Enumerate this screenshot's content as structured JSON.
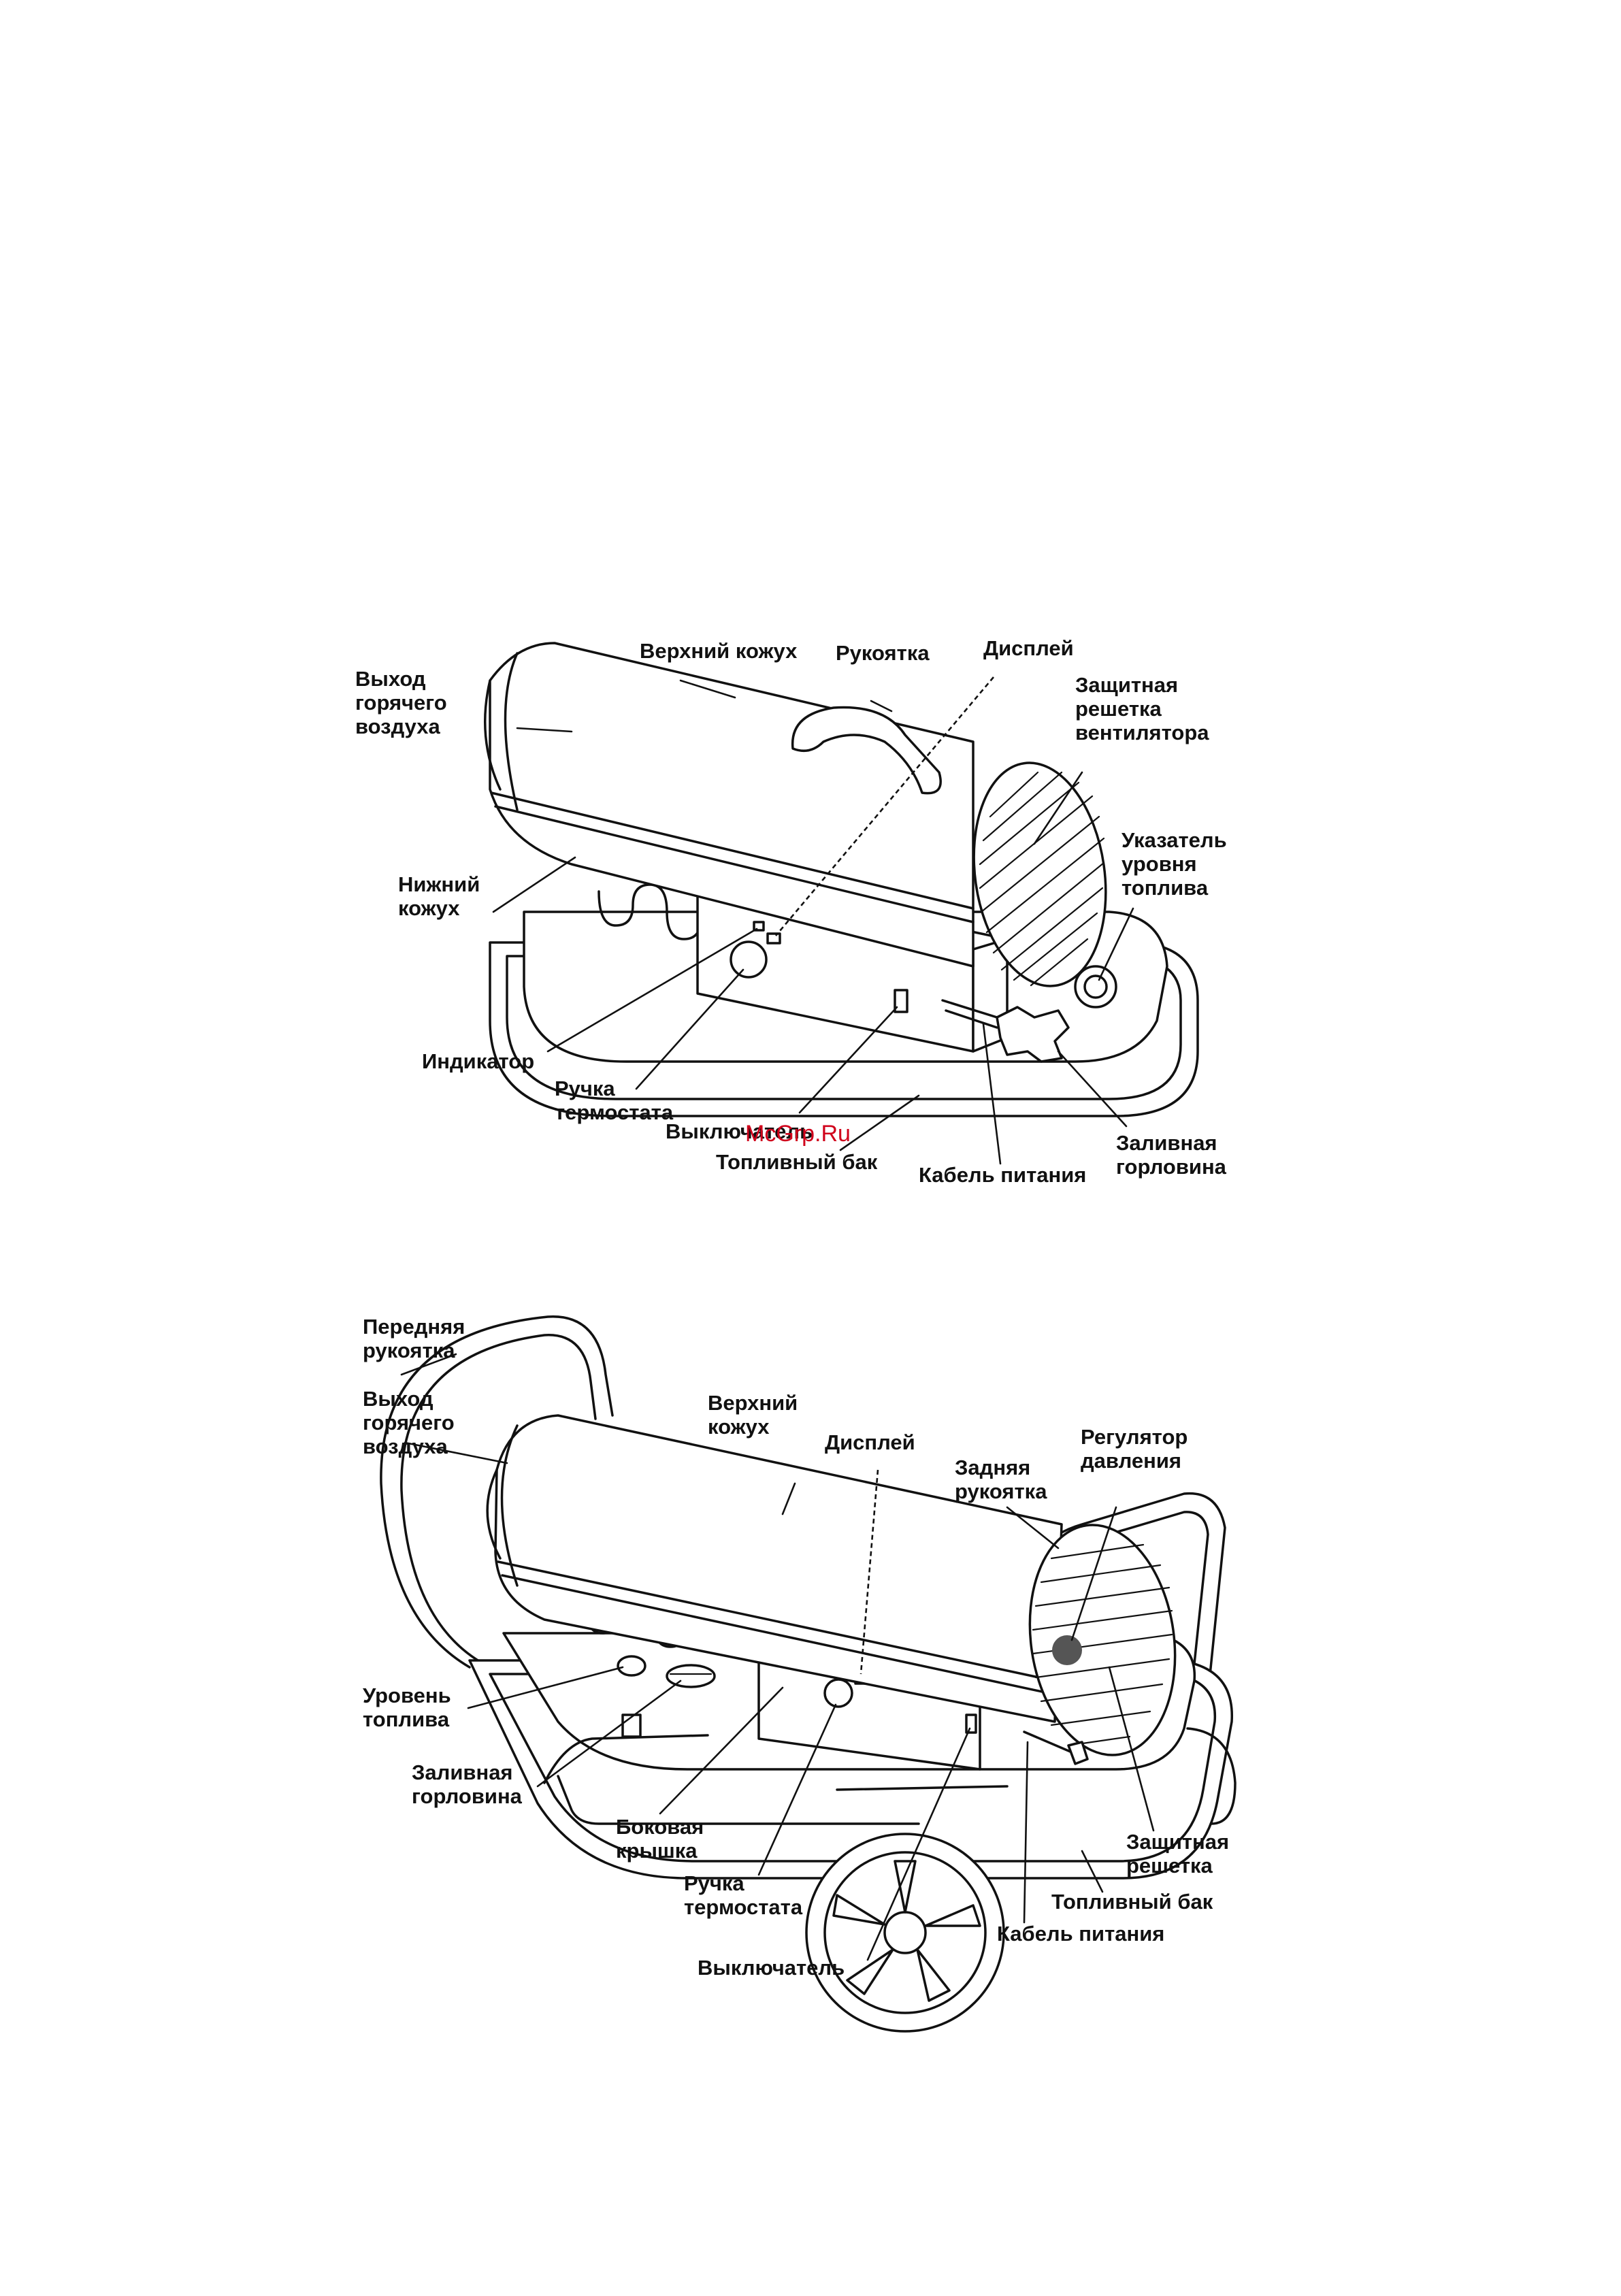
{
  "watermark": {
    "text": "McGrp.Ru",
    "color": "#d0021b"
  },
  "diagram1": {
    "labels": {
      "hot_air_outlet": [
        "Выход",
        "горячего",
        "воздуха"
      ],
      "upper_casing": "Верхний кожух",
      "handle": "Рукоятка",
      "display": "Дисплей",
      "fan_guard": [
        "Защитная",
        "решетка",
        "вентилятора"
      ],
      "fuel_gauge": [
        "Указатель",
        "уровня",
        "топлива"
      ],
      "lower_casing": [
        "Нижний",
        "кожух"
      ],
      "indicator": "Индикатор",
      "thermostat_knob": [
        "Ручка",
        "термостата"
      ],
      "switch": "Выключатель",
      "fuel_tank": "Топливный бак",
      "power_cable": "Кабель питания",
      "filler_neck": [
        "Заливная",
        "горловина"
      ]
    }
  },
  "diagram2": {
    "labels": {
      "front_handle": [
        "Передняя",
        "рукоятка"
      ],
      "hot_air_outlet": [
        "Выход",
        "горячего",
        "воздуха"
      ],
      "upper_casing": [
        "Верхний",
        "кожух"
      ],
      "display": "Дисплей",
      "rear_handle": [
        "Задняя",
        "рукоятка"
      ],
      "pressure_regulator": [
        "Регулятор",
        "давления"
      ],
      "fuel_level": [
        "Уровень",
        "топлива"
      ],
      "filler_neck": [
        "Заливная",
        "горловина"
      ],
      "side_cover": [
        "Боковая",
        "крышка"
      ],
      "thermostat_knob": [
        "Ручка",
        "термостата"
      ],
      "protective_grille": [
        "Защитная",
        "решетка"
      ],
      "fuel_tank": "Топливный бак",
      "power_cable": "Кабель питания",
      "switch": "Выключатель"
    }
  }
}
